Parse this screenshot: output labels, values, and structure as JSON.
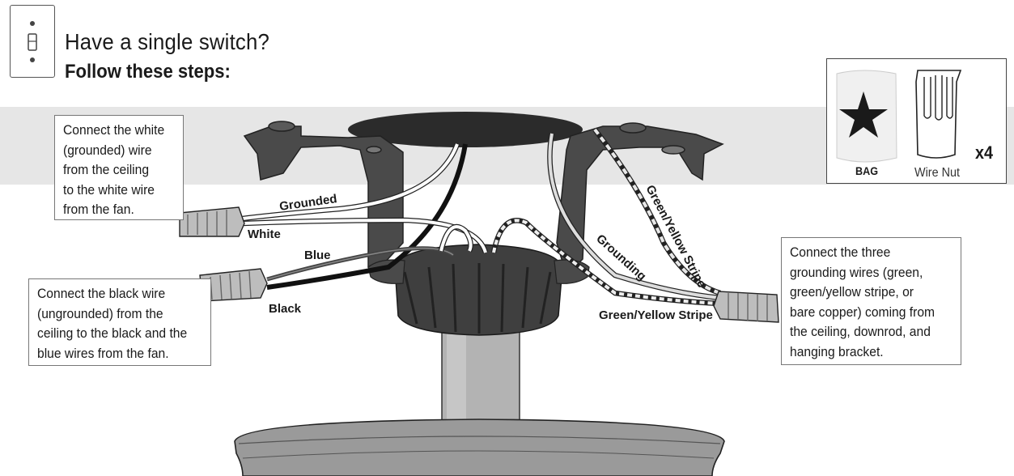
{
  "header": {
    "title": "Have a single switch?",
    "subtitle": "Follow these steps:"
  },
  "icons": {
    "switch": "light-switch-icon",
    "bag": "star-bag-icon",
    "wire_nut": "wire-nut-icon"
  },
  "notes": {
    "white": "Connect the white\n(grounded) wire\nfrom the ceiling\nto the white wire\nfrom the fan.",
    "black": "Connect the black wire\n(ungrounded) from the\nceiling to the black and the\nblue wires from the fan.",
    "ground": "Connect the three\ngrounding wires (green,\ngreen/yellow stripe, or\nbare copper) coming from\nthe ceiling, downrod, and\nhanging bracket."
  },
  "wire_labels": {
    "grounded": "Grounded",
    "white": "White",
    "blue": "Blue",
    "black": "Black",
    "grounding": "Grounding",
    "green_yellow_stripe_upper": "Green/Yellow Stripe",
    "green_yellow_stripe_lower": "Green/Yellow Stripe"
  },
  "hardware": {
    "bag_label": "BAG",
    "wire_nut_label": "Wire Nut",
    "quantity": "x4"
  }
}
